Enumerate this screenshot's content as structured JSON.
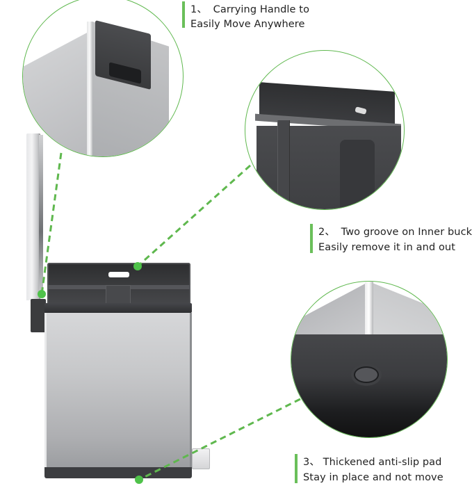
{
  "colors": {
    "accent_green": "#5fb84e",
    "callout_bar": "#6abf5a",
    "text": "#222222",
    "steel_light": "#d4d5d7",
    "steel_dark": "#8e9093",
    "plastic_dark": "#3c3d3f"
  },
  "callouts": [
    {
      "number": "1、",
      "title": "Carrying Handle to",
      "subtitle": "Easily Move Anywhere"
    },
    {
      "number": "2、",
      "title": "Two groove on Inner bucket",
      "subtitle": "Easily remove it in and out"
    },
    {
      "number": "3、",
      "title": "Thickened anti-slip pad",
      "subtitle": "Stay in place and not move"
    }
  ],
  "details": [
    {
      "name": "carrying-handle-detail"
    },
    {
      "name": "inner-bucket-detail"
    },
    {
      "name": "anti-slip-pad-detail"
    }
  ]
}
